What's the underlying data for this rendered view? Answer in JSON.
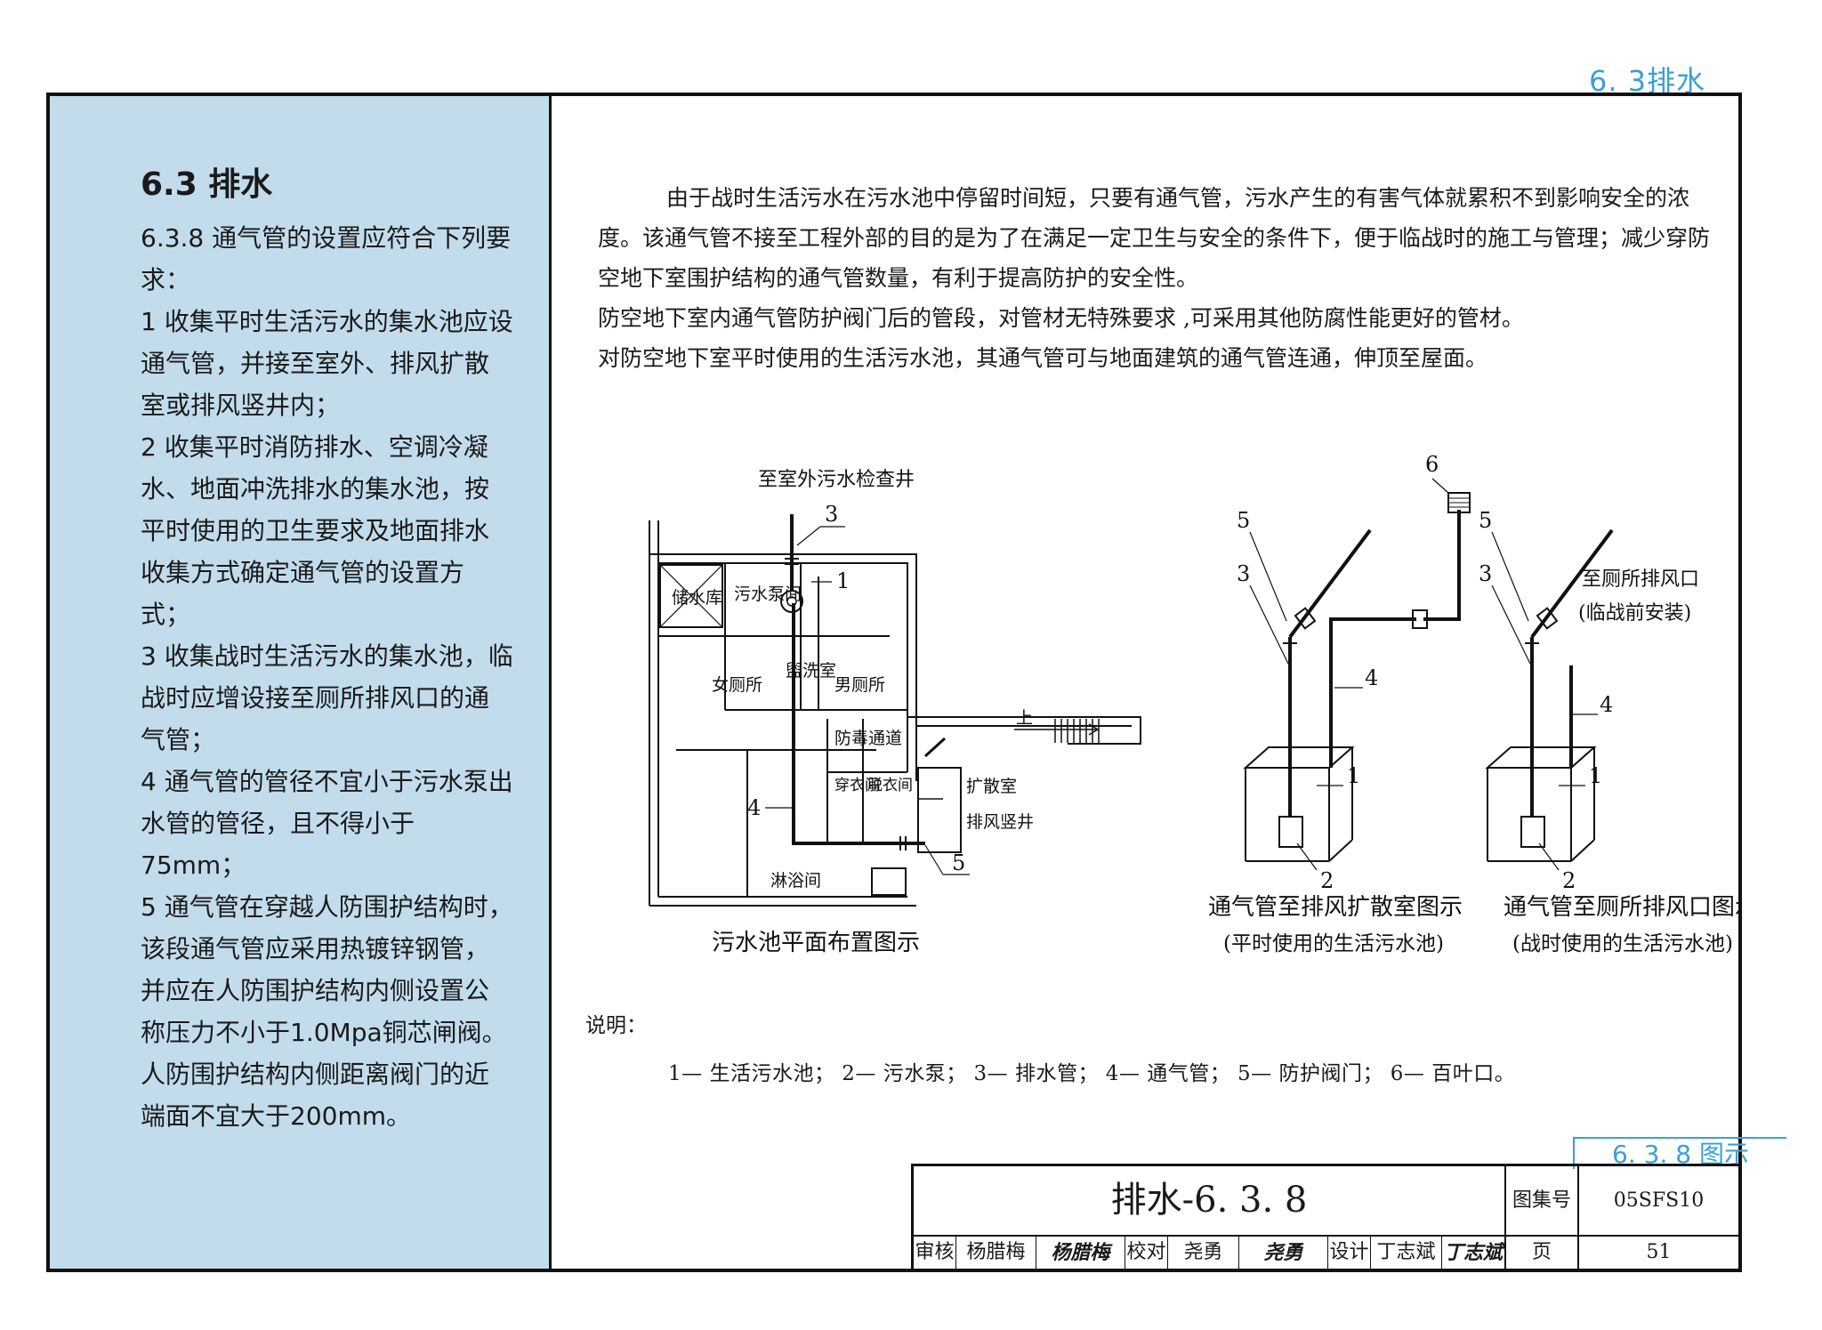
{
  "header": {
    "section_label": "6. 3排水"
  },
  "left": {
    "heading": "6.3  排水",
    "clauses": [
      "6.3.8   通气管的设置应符合下列要求：",
      "1  收集平时生活污水的集水池应设通气管，并接至室外、排风扩散室或排风竖井内；",
      "2  收集平时消防排水、空调冷凝水、地面冲洗排水的集水池，按平时使用的卫生要求及地面排水收集方式确定通气管的设置方式；",
      "3  收集战时生活污水的集水池，临战时应增设接至厕所排风口的通气管；",
      "4  通气管的管径不宜小于污水泵出水管的管径，且不得小于75mm；",
      "5  通气管在穿越人防围护结构时，该段通气管应采用热镀锌钢管，并应在人防围护结构内侧设置公称压力不小于1.0Mpa铜芯闸阀。人防围护结构内侧距离阀门的近端面不宜大于200mm。"
    ]
  },
  "explanation": [
    "由于战时生活污水在污水池中停留时间短，只要有通气管，污水产生的有害气体就累积不到影响安全的浓度。该通气管不接至工程外部的目的是为了在满足一定卫生与安全的条件下，便于临战时的施工与管理；减少穿防空地下室围护结构的通气管数量，有利于提高防护的安全性。",
    "防空地下室内通气管防护阀门后的管段，对管材无特殊要求 ,可采用其他防腐性能更好的管材。",
    "对防空地下室平时使用的生活污水池，其通气管可与地面建筑的通气管连通，伸顶至屋面。"
  ],
  "plan": {
    "caption": "污水池平面布置图示",
    "top_label": "至室外污水检查井",
    "rooms": {
      "storage": "储水库",
      "pump_room": "污水泵间",
      "washroom": "盥洗室",
      "women": "女厕所",
      "men": "男厕所",
      "corridor": "防毒通道",
      "dressing": "穿衣间",
      "undress": "脱衣间",
      "diffusion": "扩散室",
      "shaft": "排风竖井",
      "shower": "淋浴间",
      "up": "上"
    },
    "numbers": {
      "n1": "1",
      "n3": "3",
      "n4": "4",
      "n5": "5"
    }
  },
  "fig_b": {
    "caption": "通气管至排风扩散室图示",
    "sub": "(平时使用的生活污水池)",
    "numbers": {
      "n1": "1",
      "n2": "2",
      "n3": "3",
      "n4": "4",
      "n5": "5",
      "n6": "6"
    }
  },
  "fig_c": {
    "caption": "通气管至厕所排风口图示",
    "sub": "(战时使用的生活污水池)",
    "label_line1": "至厕所排风口",
    "label_line2": "(临战前安装)",
    "numbers": {
      "n1": "1",
      "n2": "2",
      "n3": "3",
      "n4": "4",
      "n5": "5"
    }
  },
  "notes": {
    "title": "说明：",
    "legend": "1— 生活污水池； 2— 污水泵； 3— 排水管； 4— 通气管； 5— 防护阀门； 6— 百叶口。"
  },
  "figure_ref": "6. 3. 8  图示",
  "title_block": {
    "title": "排水-6. 3. 8",
    "atlas_label": "图集号",
    "atlas_no": "05SFS10",
    "review_label": "审核",
    "reviewer": "杨腊梅",
    "reviewer_sig": "杨腊梅",
    "check_label": "校对",
    "checker": "尧勇",
    "checker_sig": "尧勇",
    "design_label": "设计",
    "designer": "丁志斌",
    "designer_sig": "丁志斌",
    "page_label": "页",
    "page_no": "51"
  },
  "colors": {
    "accent": "#3a9fd6",
    "left_panel": "#c2dcec"
  }
}
